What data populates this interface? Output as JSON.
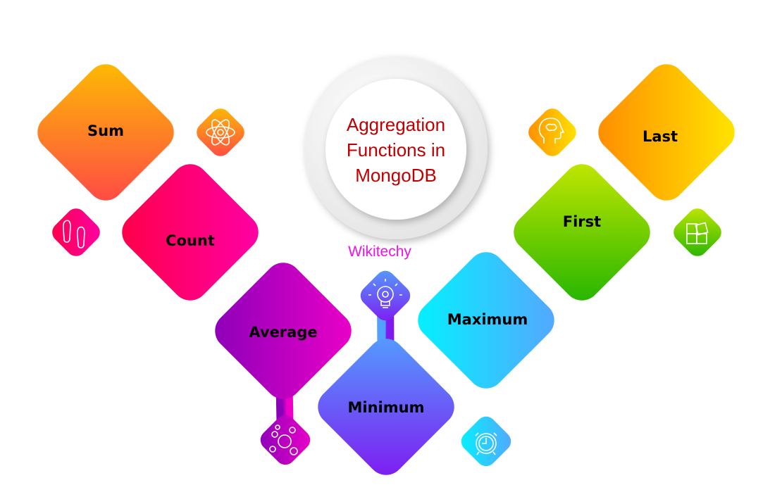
{
  "title_lines": [
    "Aggregation",
    "Functions in",
    "MongoDB"
  ],
  "watermark": "Wikitechy",
  "items": [
    {
      "label": "Sum",
      "icon": "atom-icon",
      "colors": [
        "#fdbf00",
        "#ff4648"
      ]
    },
    {
      "label": "Count",
      "icon": "footprints-icon",
      "colors": [
        "#ff0046",
        "#ff00a8"
      ]
    },
    {
      "label": "Average",
      "icon": "bubbles-icon",
      "colors": [
        "#8a00b8",
        "#ee00c8"
      ]
    },
    {
      "label": "Minimum",
      "icon": "lightbulb-gear-icon",
      "colors": [
        "#52a0ff",
        "#8018f0"
      ]
    },
    {
      "label": "Maximum",
      "icon": "alarm-clock-icon",
      "colors": [
        "#00f4ff",
        "#58a4ff"
      ]
    },
    {
      "label": "First",
      "icon": "puzzle-icon",
      "colors": [
        "#c8e800",
        "#20b400"
      ]
    },
    {
      "label": "Last",
      "icon": "brain-head-icon",
      "colors": [
        "#ff8a00",
        "#ffe800"
      ]
    }
  ]
}
